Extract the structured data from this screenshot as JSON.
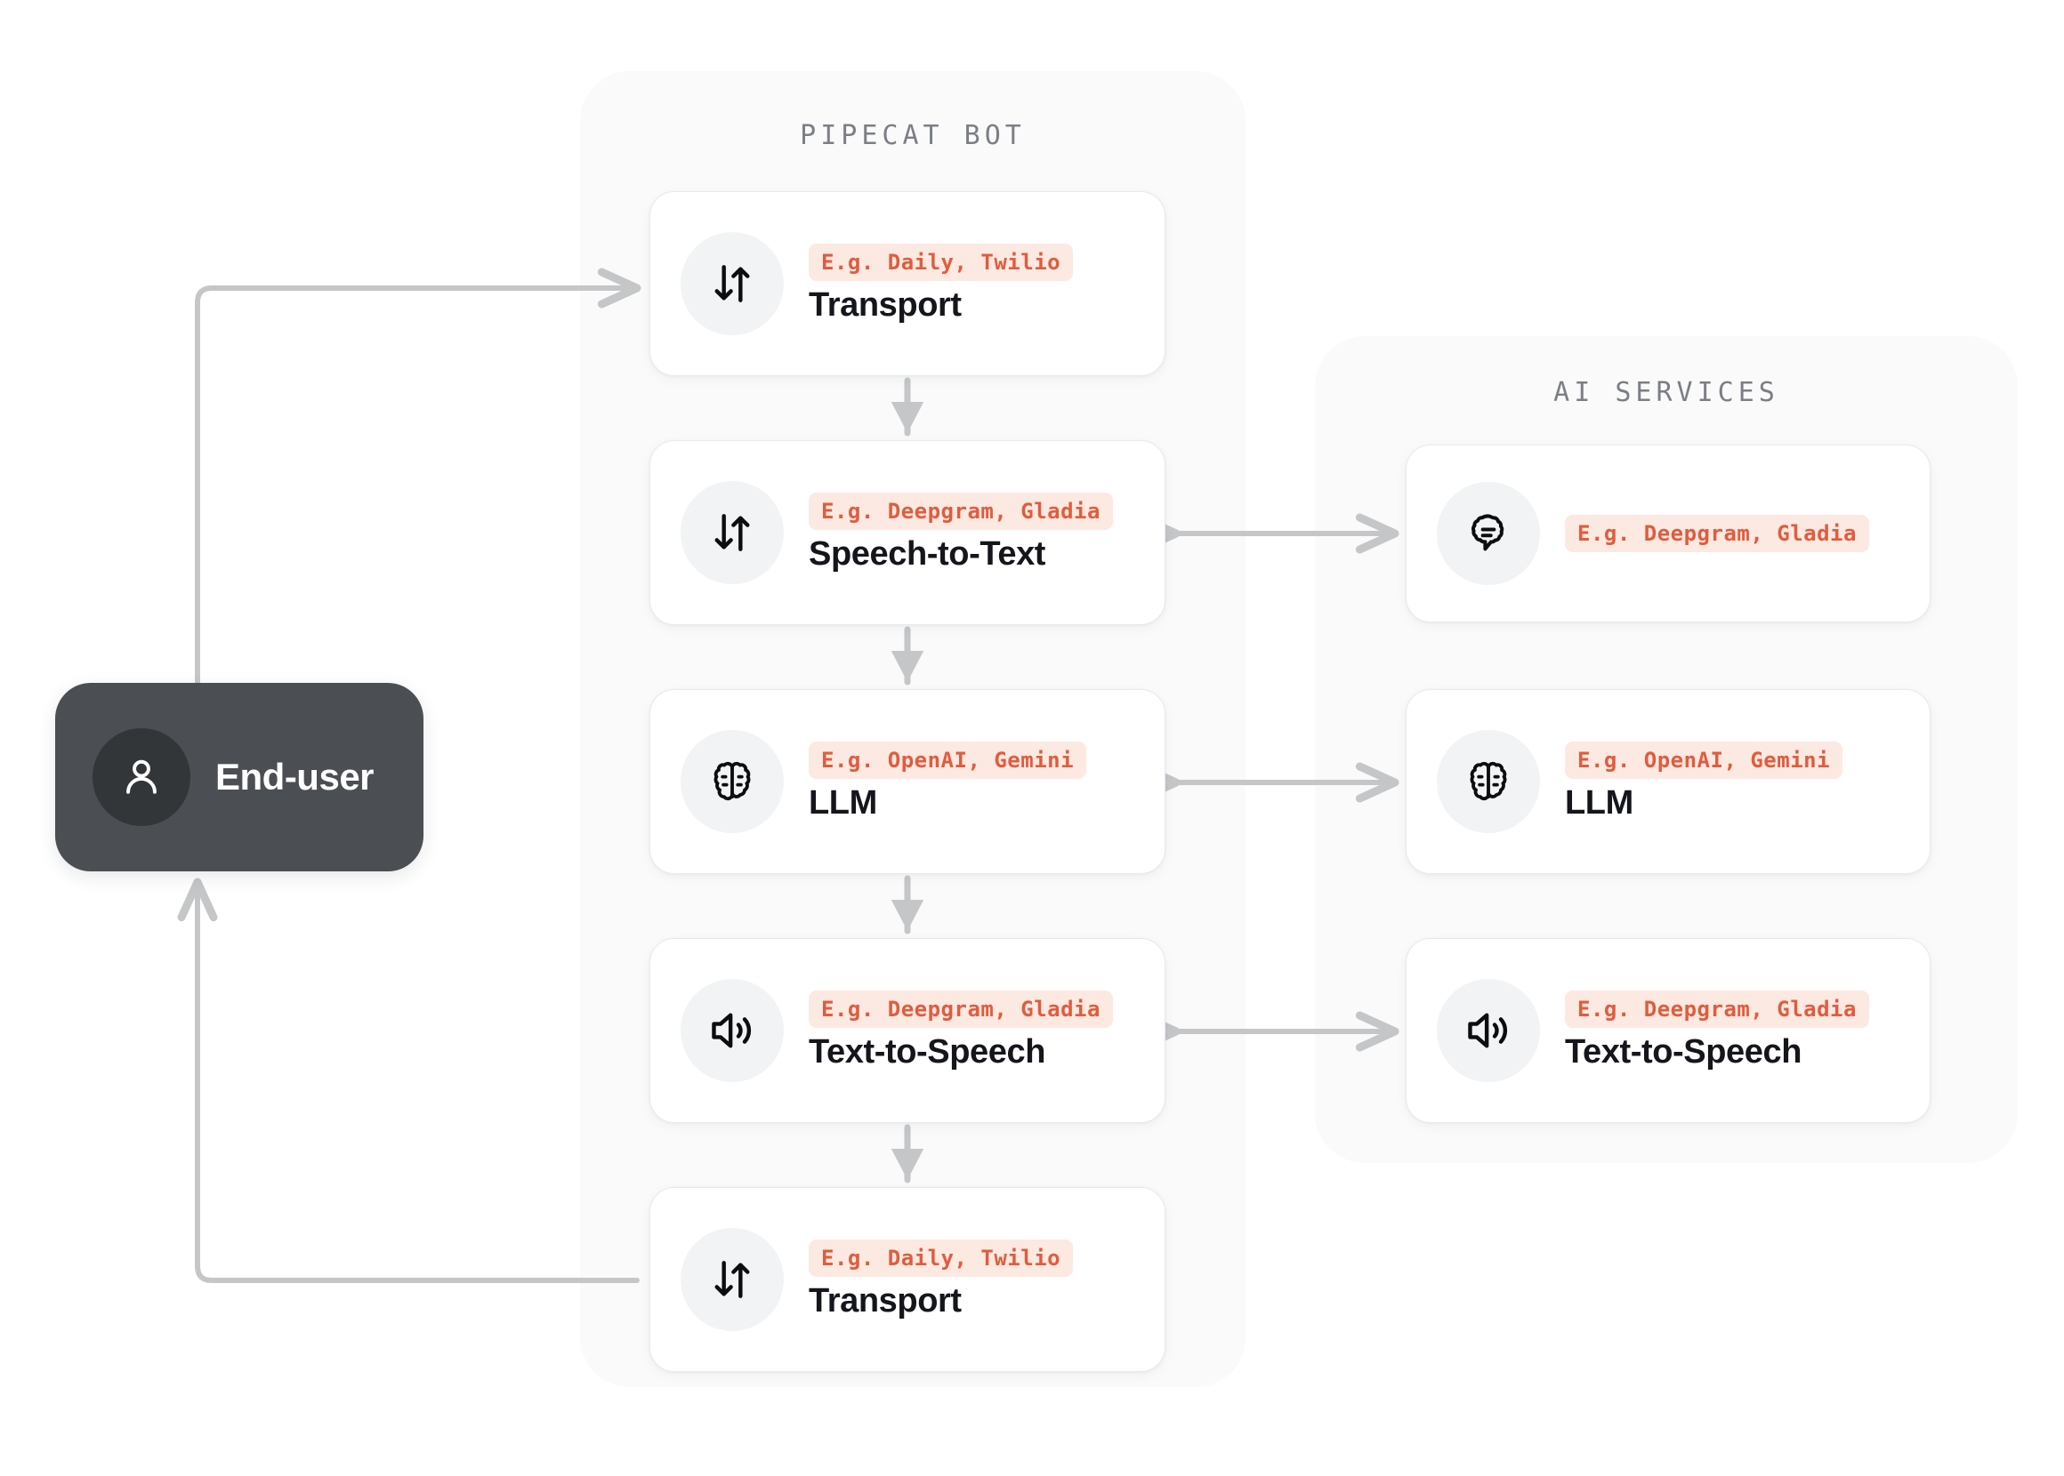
{
  "diagram": {
    "title": "Pipecat bot voice AI pipeline",
    "colors": {
      "panel_bg": "#FAFAFA",
      "card_bg": "#FFFFFF",
      "card_border": "#E7EAEE",
      "badge_bg": "#FCE9E2",
      "badge_text": "#E05C3E",
      "node_dark_bg": "#4B4E52",
      "icon_circle_bg": "#F2F3F4",
      "connector": "#C4C6C8",
      "title_text": "#7B7F85",
      "card_title_text": "#14161C"
    }
  },
  "end_user": {
    "label": "End-user",
    "icon": "person-icon"
  },
  "pipecat_panel": {
    "title": "PIPECAT BOT",
    "cards": [
      {
        "badge": "E.g. Daily, Twilio",
        "title": "Transport",
        "icon": "transfer-down-up-icon"
      },
      {
        "badge": "E.g. Deepgram, Gladia",
        "title": "Speech-to-Text",
        "icon": "transfer-down-up-icon"
      },
      {
        "badge": "E.g. OpenAI, Gemini",
        "title": "LLM",
        "icon": "brain-icon"
      },
      {
        "badge": "E.g. Deepgram, Gladia",
        "title": "Text-to-Speech",
        "icon": "speaker-wave-icon"
      },
      {
        "badge": "E.g. Daily, Twilio",
        "title": "Transport",
        "icon": "transfer-down-up-icon"
      }
    ]
  },
  "ai_services_panel": {
    "title": "AI SERVICES",
    "cards": [
      {
        "badge": "E.g. Deepgram, Gladia",
        "title": "",
        "icon": "speech-bubble-lines-icon"
      },
      {
        "badge": "E.g. OpenAI, Gemini",
        "title": "LLM",
        "icon": "brain-icon"
      },
      {
        "badge": "E.g. Deepgram, Gladia",
        "title": "Text-to-Speech",
        "icon": "speaker-wave-icon"
      }
    ]
  },
  "connections": [
    {
      "from": "End-user",
      "to": "Transport (in)",
      "direction": "one-way"
    },
    {
      "from": "Transport (in)",
      "to": "Speech-to-Text",
      "direction": "one-way"
    },
    {
      "from": "Speech-to-Text",
      "to": "LLM",
      "direction": "one-way"
    },
    {
      "from": "LLM",
      "to": "Text-to-Speech",
      "direction": "one-way"
    },
    {
      "from": "Text-to-Speech",
      "to": "Transport (out)",
      "direction": "one-way"
    },
    {
      "from": "Transport (out)",
      "to": "End-user",
      "direction": "one-way"
    },
    {
      "from": "Speech-to-Text",
      "to": "AI Services Speech-to-Text",
      "direction": "bidirectional"
    },
    {
      "from": "LLM",
      "to": "AI Services LLM",
      "direction": "bidirectional"
    },
    {
      "from": "Text-to-Speech",
      "to": "AI Services Text-to-Speech",
      "direction": "bidirectional"
    }
  ]
}
